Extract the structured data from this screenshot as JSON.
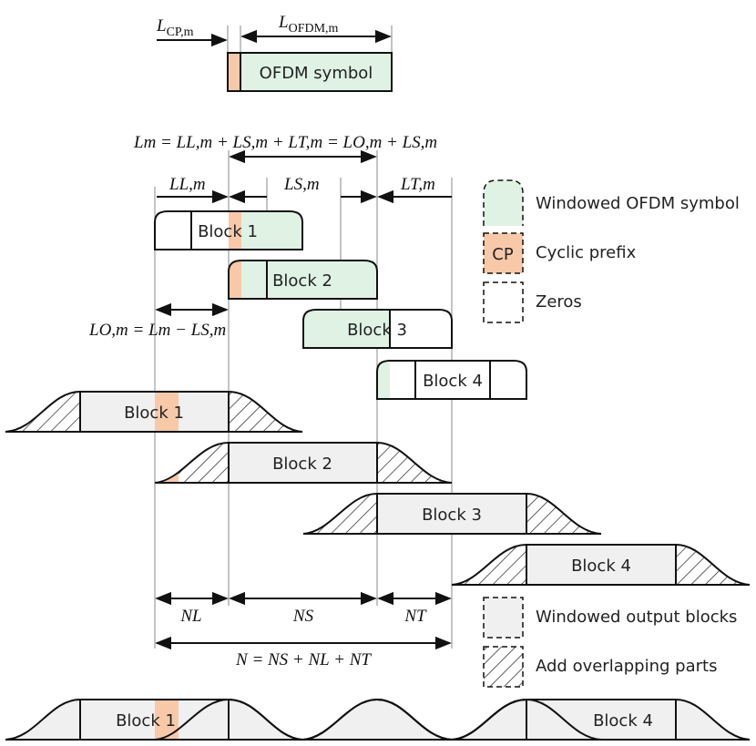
{
  "colors": {
    "ofdm_fill": "#dff2e4",
    "cp_fill": "#f8c9a9",
    "block_fill": "#f0f0f0",
    "stroke": "#111111"
  },
  "top": {
    "l_cp": "L",
    "l_cp_sub": "CP,m",
    "l_ofdm": "L",
    "l_ofdm_sub": "OFDM,m",
    "ofdm_symbol": "OFDM symbol"
  },
  "equations": {
    "lm_eq": "Lm = LL,m + LS,m + LT,m = LO,m + LS,m",
    "ll": "LL,m",
    "ls": "LS,m",
    "lt": "LT,m",
    "lo_eq": "LO,m = Lm − LS,m"
  },
  "windowed_blocks": [
    "Block 1",
    "Block 2",
    "Block 3",
    "Block 4"
  ],
  "output_blocks": [
    "Block 1",
    "Block 2",
    "Block 3",
    "Block 4"
  ],
  "final_blocks": [
    "Block 1",
    "Block 4"
  ],
  "legend_top": {
    "windowed_symbol": "Windowed OFDM symbol",
    "cp_box": "CP",
    "cyclic_prefix": "Cyclic prefix",
    "zeros": "Zeros"
  },
  "legend_bottom": {
    "windowed_output": "Windowed output blocks",
    "add_overlap": "Add overlapping parts"
  },
  "n_labels": {
    "nl": "NL",
    "ns": "NS",
    "nt": "NT",
    "n_eq": "N = NS + NL + NT"
  }
}
